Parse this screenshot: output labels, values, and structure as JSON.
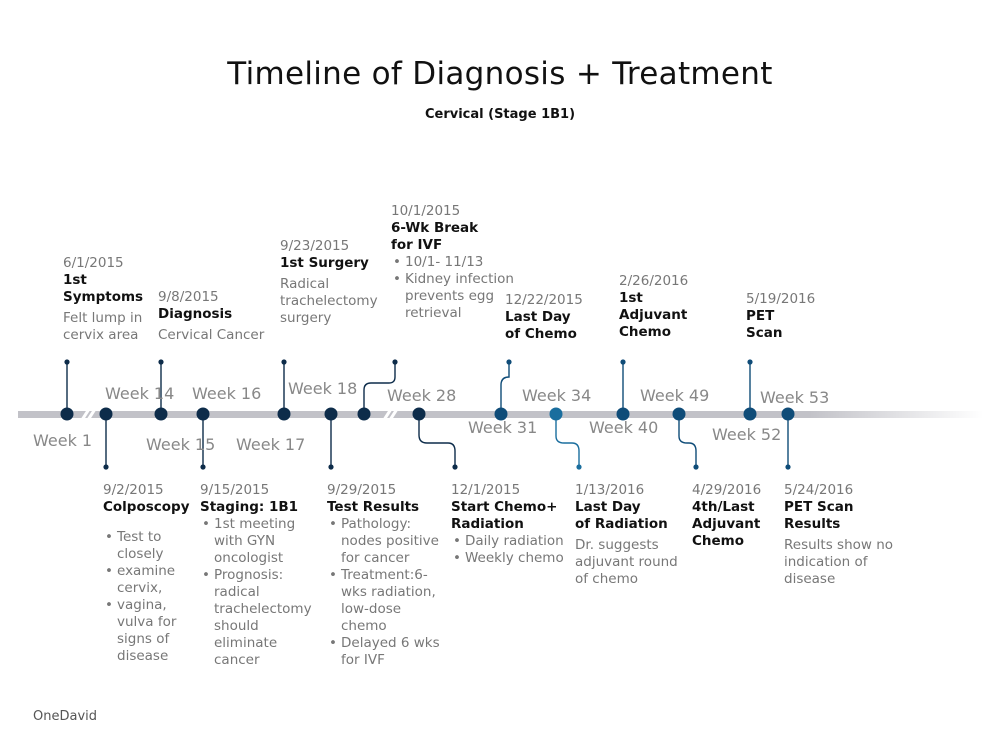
{
  "title": "Timeline of Diagnosis + Treatment",
  "subtitle": "Cervical (Stage 1B1)",
  "footer": "OneDavid",
  "colors": {
    "axis": "#c2c2c8",
    "node_dark": "#0d2c4a",
    "node_mid": "#0f4c78",
    "node_light": "#1a6e9e",
    "date_text": "#777777",
    "title_text": "#111111"
  },
  "weeks": [
    "Week 1",
    "Week 14",
    "Week 15",
    "Week 16",
    "Week 17",
    "Week 18",
    "Week 28",
    "Week 31",
    "Week 34",
    "Week 40",
    "Week 49",
    "Week 52",
    "Week 53"
  ],
  "events_above": [
    {
      "date": "6/1/2015",
      "title": [
        "1st",
        "Symptoms"
      ],
      "desc": [
        "Felt lump in",
        "cervix area"
      ],
      "bullets": []
    },
    {
      "date": "9/8/2015",
      "title": [
        "Diagnosis"
      ],
      "desc": [
        "Cervical Cancer"
      ],
      "bullets": []
    },
    {
      "date": "9/23/2015",
      "title": [
        "1st Surgery"
      ],
      "desc": [
        "Radical",
        "trachelectomy",
        "surgery"
      ],
      "bullets": []
    },
    {
      "date": "10/1/2015",
      "title": [
        "6-Wk Break",
        "for IVF"
      ],
      "desc": [],
      "bullets": [
        [
          "10/1- 11/13"
        ],
        [
          "Kidney infection",
          "prevents egg",
          "retrieval"
        ]
      ]
    },
    {
      "date": "12/22/2015",
      "title": [
        "Last Day",
        "of Chemo"
      ],
      "desc": [],
      "bullets": []
    },
    {
      "date": "2/26/2016",
      "title": [
        "1st",
        "Adjuvant",
        "Chemo"
      ],
      "desc": [],
      "bullets": []
    },
    {
      "date": "5/19/2016",
      "title": [
        "PET",
        "Scan"
      ],
      "desc": [],
      "bullets": []
    }
  ],
  "events_below": [
    {
      "date": "9/2/2015",
      "title": [
        "Colposcopy"
      ],
      "desc": [],
      "bullets": [
        [
          "Test to",
          "closely"
        ],
        [
          "examine",
          "cervix,"
        ],
        [
          "vagina,",
          "vulva for",
          "signs of",
          "disease"
        ]
      ]
    },
    {
      "date": "9/15/2015",
      "title": [
        "Staging: 1B1"
      ],
      "desc": [],
      "bullets": [
        [
          "1st meeting",
          "with GYN",
          "oncologist"
        ],
        [
          "Prognosis:",
          "radical",
          "trachelectomy",
          "should",
          "eliminate",
          "cancer"
        ]
      ]
    },
    {
      "date": "9/29/2015",
      "title": [
        "Test Results"
      ],
      "desc": [],
      "bullets": [
        [
          "Pathology:",
          "nodes positive",
          "for cancer"
        ],
        [
          "Treatment:6-",
          "wks radiation,",
          "low-dose",
          "chemo"
        ],
        [
          "Delayed 6 wks",
          "for IVF"
        ]
      ]
    },
    {
      "date": "12/1/2015",
      "title": [
        "Start Chemo+",
        "Radiation"
      ],
      "desc": [],
      "bullets": [
        [
          "Daily radiation"
        ],
        [
          "Weekly chemo"
        ]
      ]
    },
    {
      "date": "1/13/2016",
      "title": [
        "Last Day",
        "of Radiation"
      ],
      "desc": [
        "Dr. suggests",
        "adjuvant round",
        "of chemo"
      ],
      "bullets": []
    },
    {
      "date": "4/29/2016",
      "title": [
        "4th/Last",
        "Adjuvant",
        "Chemo"
      ],
      "desc": [],
      "bullets": []
    },
    {
      "date": "5/24/2016",
      "title": [
        "PET Scan",
        "Results"
      ],
      "desc": [
        "Results show no",
        "indication of",
        "disease"
      ],
      "bullets": []
    }
  ]
}
